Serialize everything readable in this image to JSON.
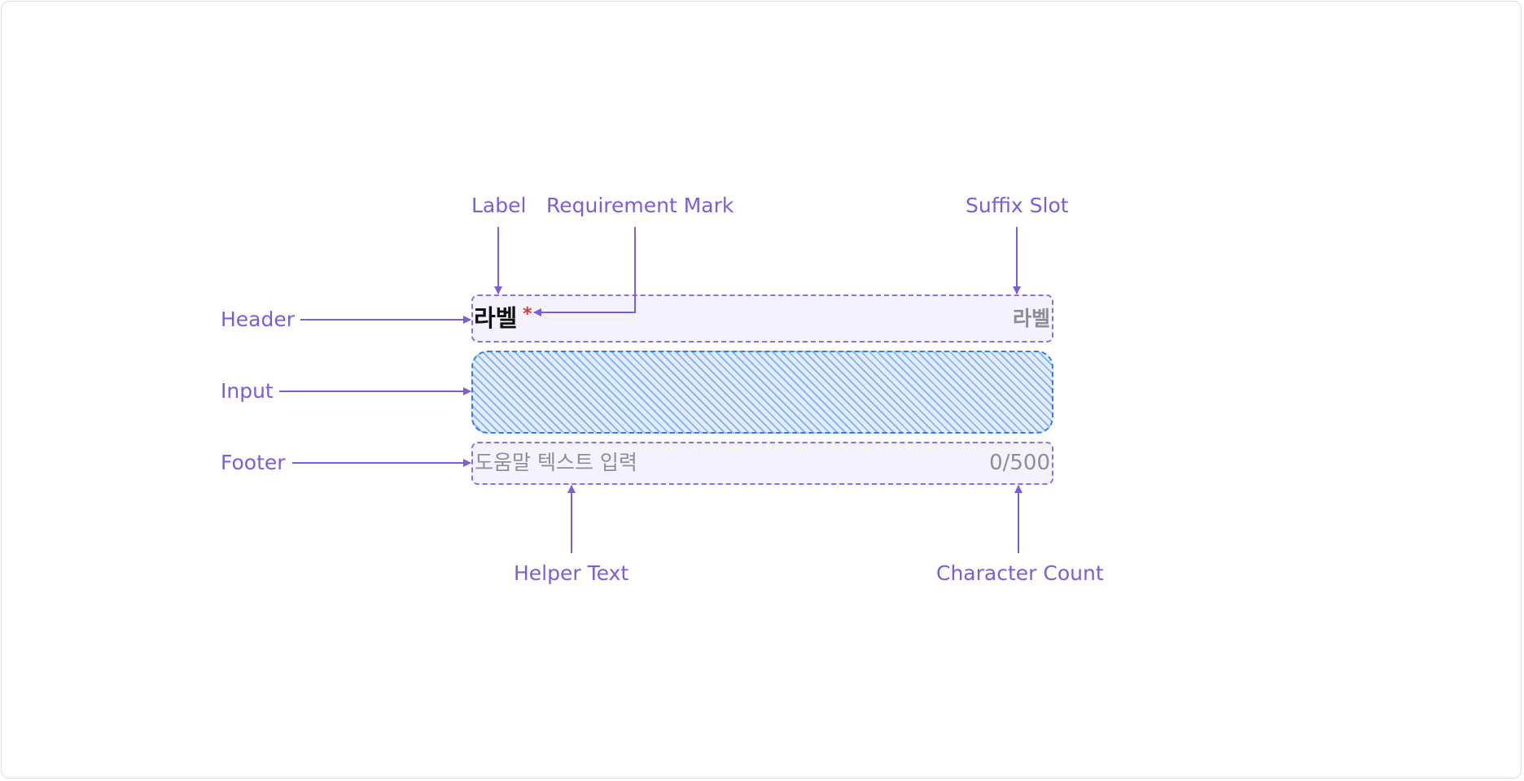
{
  "callouts": {
    "label": "Label",
    "requirement_mark": "Requirement Mark",
    "suffix_slot": "Suffix Slot",
    "header": "Header",
    "input": "Input",
    "footer": "Footer",
    "helper_text": "Helper Text",
    "character_count": "Character Count"
  },
  "field": {
    "label": "라벨",
    "required_mark": "*",
    "suffix": "라벨",
    "helper_text": "도움말 텍스트 입력",
    "character_count": "0/500"
  },
  "colors": {
    "annotation": "#7c5cdb",
    "region_border": "#8a6cf0",
    "region_fill": "#f4f2fd",
    "input_border": "#2d7cf0",
    "input_hatch": "#8fb6f5",
    "required": "#e5322d",
    "muted_text": "#8e8e96"
  },
  "icons": {
    "arrow_head": "arrow-head-icon"
  }
}
